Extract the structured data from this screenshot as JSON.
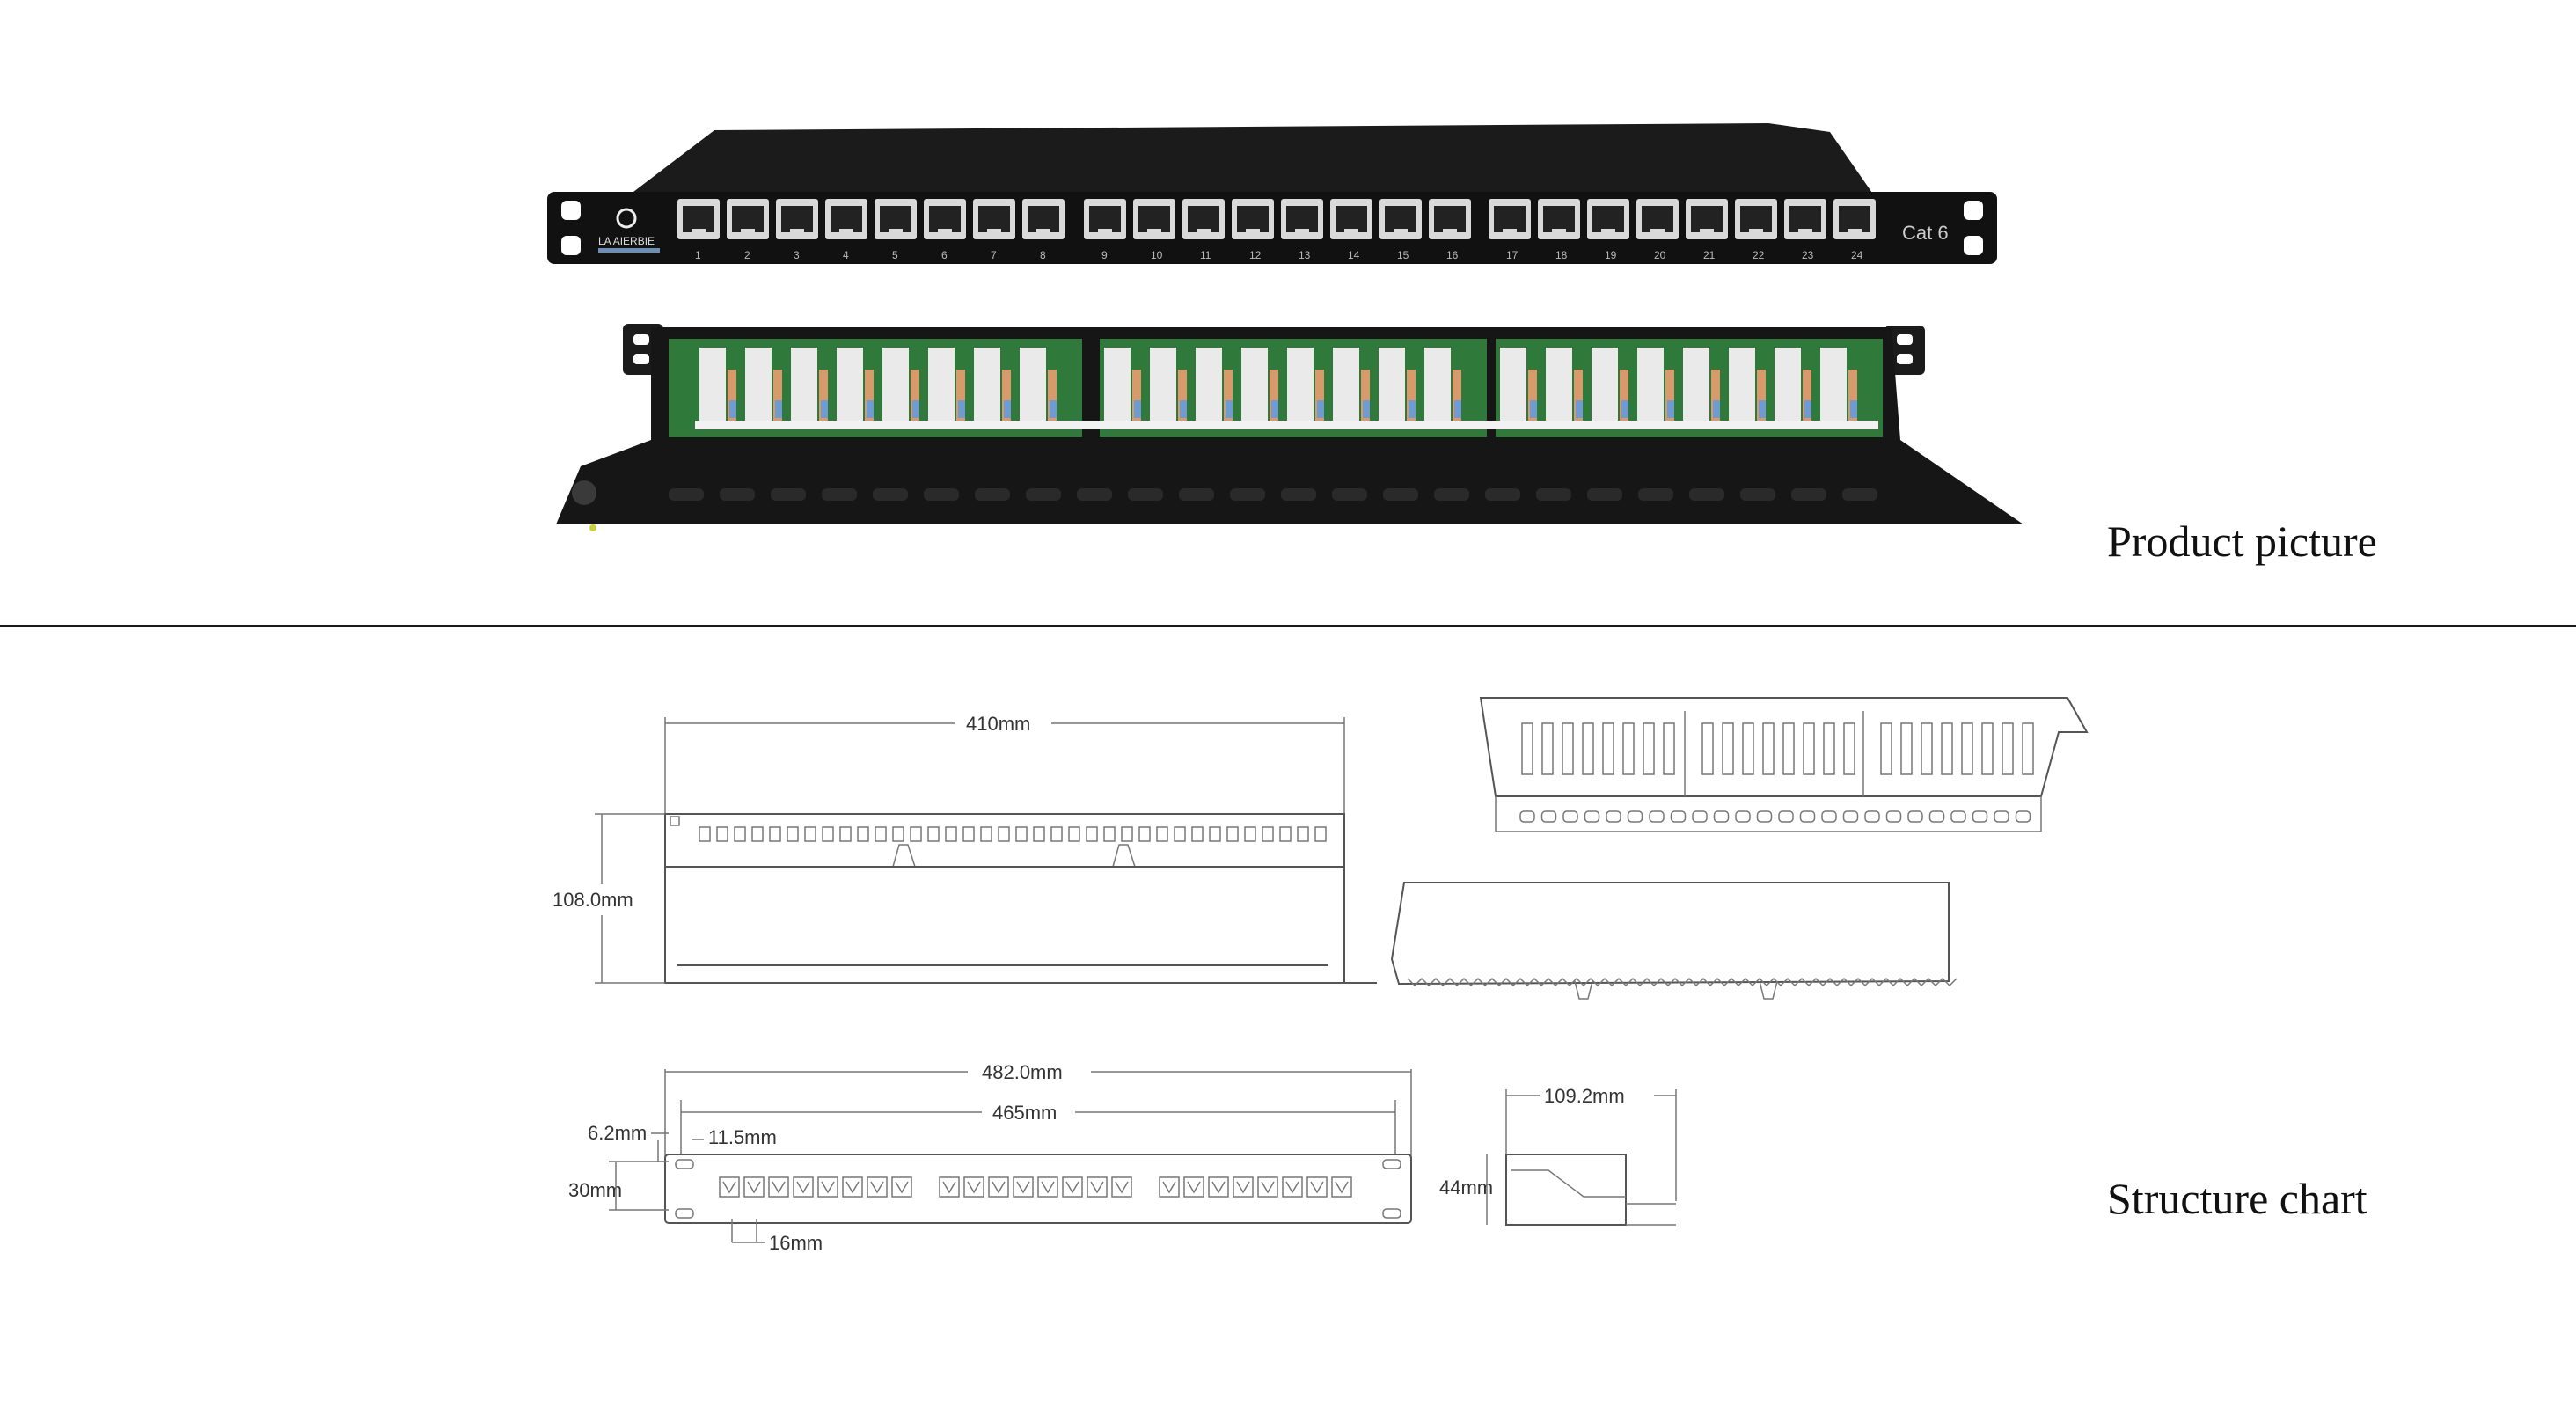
{
  "captions": {
    "product": "Product picture",
    "structure": "Structure chart"
  },
  "panel": {
    "logo_text": "LA AIERBIE",
    "category_label": "Cat 6",
    "port_numbers": [
      "1",
      "2",
      "3",
      "4",
      "5",
      "6",
      "7",
      "8",
      "9",
      "10",
      "11",
      "12",
      "13",
      "14",
      "15",
      "16",
      "17",
      "18",
      "19",
      "20",
      "21",
      "22",
      "23",
      "24"
    ]
  },
  "dimensions": {
    "width_top": "410mm",
    "height_front": "108.0mm",
    "width_overall": "482.0mm",
    "width_mount": "465mm",
    "ear_offset": "6.2mm",
    "ear_hole": "11.5mm",
    "ear_height": "30mm",
    "port_pitch": "16mm",
    "depth_side": "109.2mm",
    "height_side": "44mm"
  },
  "colors": {
    "panel_body": "#1b1b1b",
    "panel_face": "#111111",
    "keystone": "#eaeaea",
    "pcb": "#2f7a3a",
    "drawing_line": "#555555"
  }
}
